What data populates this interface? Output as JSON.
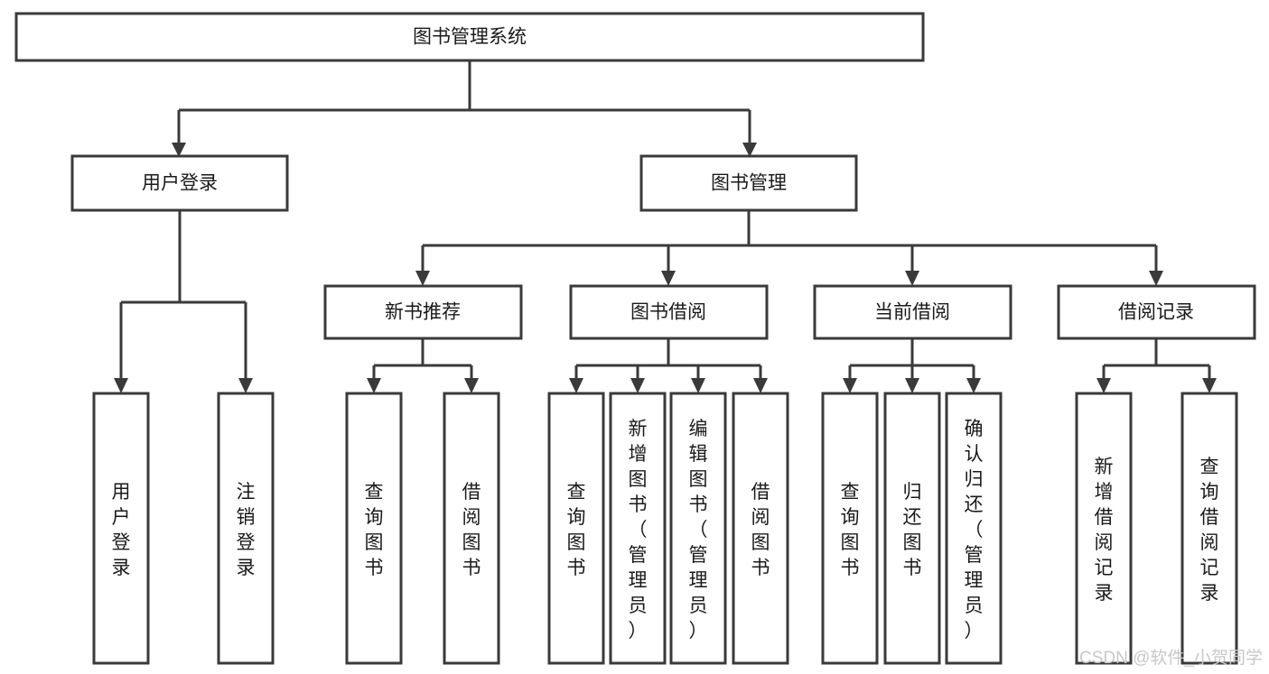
{
  "diagram": {
    "type": "tree-hierarchy",
    "title": "图书管理系统",
    "root": {
      "id": "root",
      "label": "图书管理系统"
    },
    "level2": [
      {
        "id": "user-login",
        "label": "用户登录"
      },
      {
        "id": "book-manage",
        "label": "图书管理"
      }
    ],
    "level3": [
      {
        "id": "new-book-recommend",
        "label": "新书推荐"
      },
      {
        "id": "book-borrow",
        "label": "图书借阅"
      },
      {
        "id": "current-borrow",
        "label": "当前借阅"
      },
      {
        "id": "borrow-record",
        "label": "借阅记录"
      }
    ],
    "leaves": {
      "user-login": [
        {
          "id": "leaf-user-login",
          "label": "用户登录"
        },
        {
          "id": "leaf-logout-login",
          "label": "注销登录"
        }
      ],
      "new-book-recommend": [
        {
          "id": "leaf-query-book-1",
          "label": "查询图书"
        },
        {
          "id": "leaf-borrow-book-1",
          "label": "借阅图书"
        }
      ],
      "book-borrow": [
        {
          "id": "leaf-query-book-2",
          "label": "查询图书"
        },
        {
          "id": "leaf-add-book",
          "label": "新增图书（管理员）"
        },
        {
          "id": "leaf-edit-book",
          "label": "编辑图书（管理员）"
        },
        {
          "id": "leaf-borrow-book-2",
          "label": "借阅图书"
        }
      ],
      "current-borrow": [
        {
          "id": "leaf-query-book-3",
          "label": "查询图书"
        },
        {
          "id": "leaf-return-book",
          "label": "归还图书"
        },
        {
          "id": "leaf-confirm-return",
          "label": "确认归还（管理员）"
        }
      ],
      "borrow-record": [
        {
          "id": "leaf-add-record",
          "label": "新增借阅记录"
        },
        {
          "id": "leaf-query-record",
          "label": "查询借阅记录"
        }
      ]
    }
  },
  "watermark": {
    "text": "CSDN @软件_小贺同学"
  },
  "colors": {
    "stroke": "#3a3a3a",
    "box_fill": "#ffffff",
    "text": "#1a1a1a",
    "background": "#ffffff",
    "watermark": "#c8c8c8"
  }
}
